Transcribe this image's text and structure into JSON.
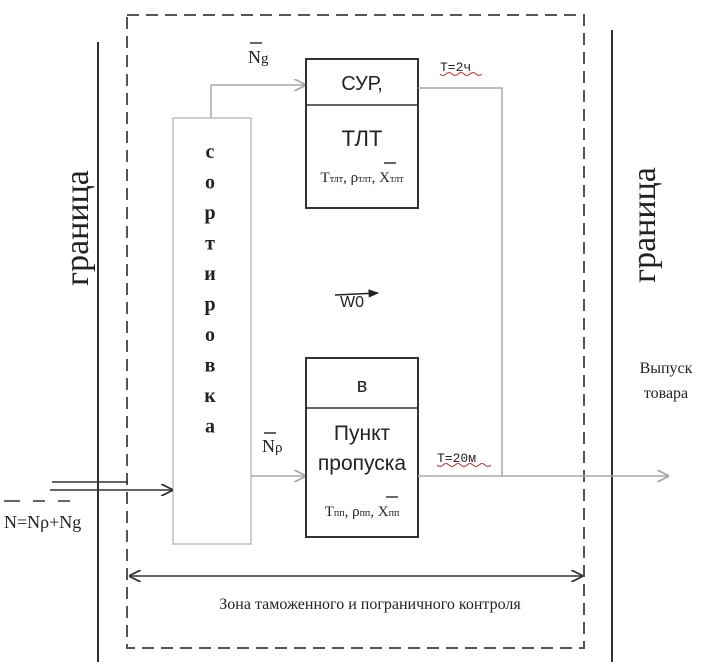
{
  "border": {
    "left_label": "граница",
    "right_label": "граница"
  },
  "sorting": {
    "letters": [
      "с",
      "о",
      "р",
      "т",
      "и",
      "р",
      "о",
      "в",
      "к",
      "а"
    ]
  },
  "top_block": {
    "header": "СУР,",
    "title": "ТЛТ",
    "params": {
      "t": "Т",
      "t_sub": "тлт",
      "rho": "ρ",
      "rho_sub": "тлт",
      "x": "X",
      "x_sub": "тлт"
    },
    "input_label": "N",
    "input_sub": "g",
    "time_label": "T=2ч"
  },
  "bottom_block": {
    "header": "в",
    "title_line1": "Пункт",
    "title_line2": "пропуска",
    "params": {
      "t": "Т",
      "t_sub": "пп",
      "rho": "ρ",
      "rho_sub": "пп",
      "x": "X",
      "x_sub": "пп"
    },
    "input_label": "N",
    "input_sub": "ρ",
    "time_label": "T=20м"
  },
  "center_vector": "W0",
  "input_formula": "N=Nρ+Ng",
  "output": {
    "line1": "Выпуск",
    "line2": "товара"
  },
  "zone_label": "Зона таможенного и пограничного контроля"
}
